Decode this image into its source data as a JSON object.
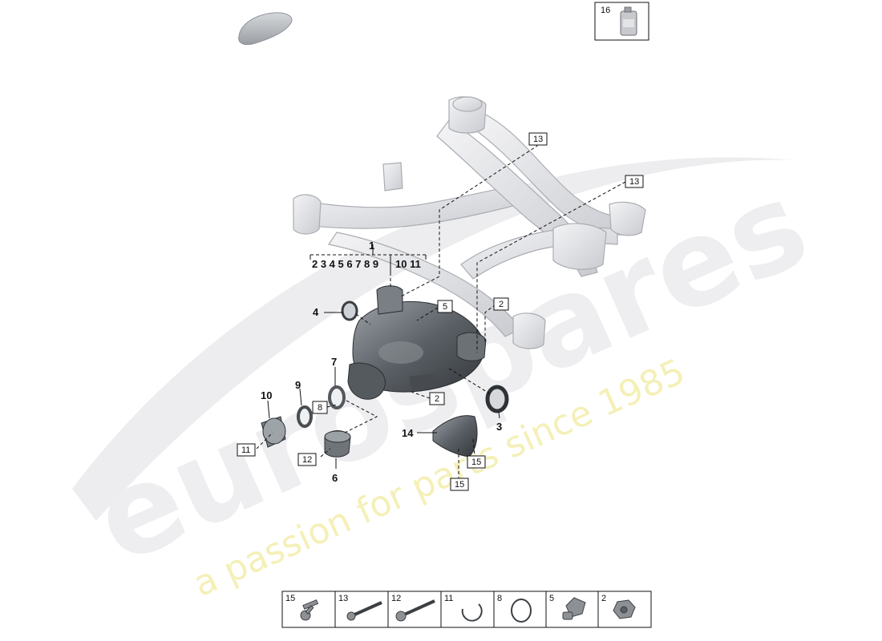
{
  "watermark": {
    "brand": "eurospares",
    "tagline": "a passion for parts since 1985"
  },
  "top_item": {
    "number": "16",
    "icon": "oil-bottle-icon"
  },
  "assembly": {
    "main_number": "1",
    "sub_groups": [
      "2 3 4 5 6 7 8 9",
      "10 11"
    ]
  },
  "callouts": {
    "c2a": "2",
    "c2b": "2",
    "c3": "3",
    "c4": "4",
    "c5": "5",
    "c6": "6",
    "c7": "7",
    "c8": "8",
    "c9": "9",
    "c10": "10",
    "c11": "11",
    "c12": "12",
    "c13a": "13",
    "c13b": "13",
    "c14": "14",
    "c15a": "15",
    "c15b": "15"
  },
  "fastener_strip": [
    {
      "number": "15",
      "icon": "flange-bolt-short-icon"
    },
    {
      "number": "13",
      "icon": "long-bolt-icon"
    },
    {
      "number": "12",
      "icon": "long-flange-bolt-icon"
    },
    {
      "number": "11",
      "icon": "circlip-icon"
    },
    {
      "number": "8",
      "icon": "o-ring-icon"
    },
    {
      "number": "5",
      "icon": "rubber-mount-icon"
    },
    {
      "number": "2",
      "icon": "hex-plug-icon"
    }
  ]
}
